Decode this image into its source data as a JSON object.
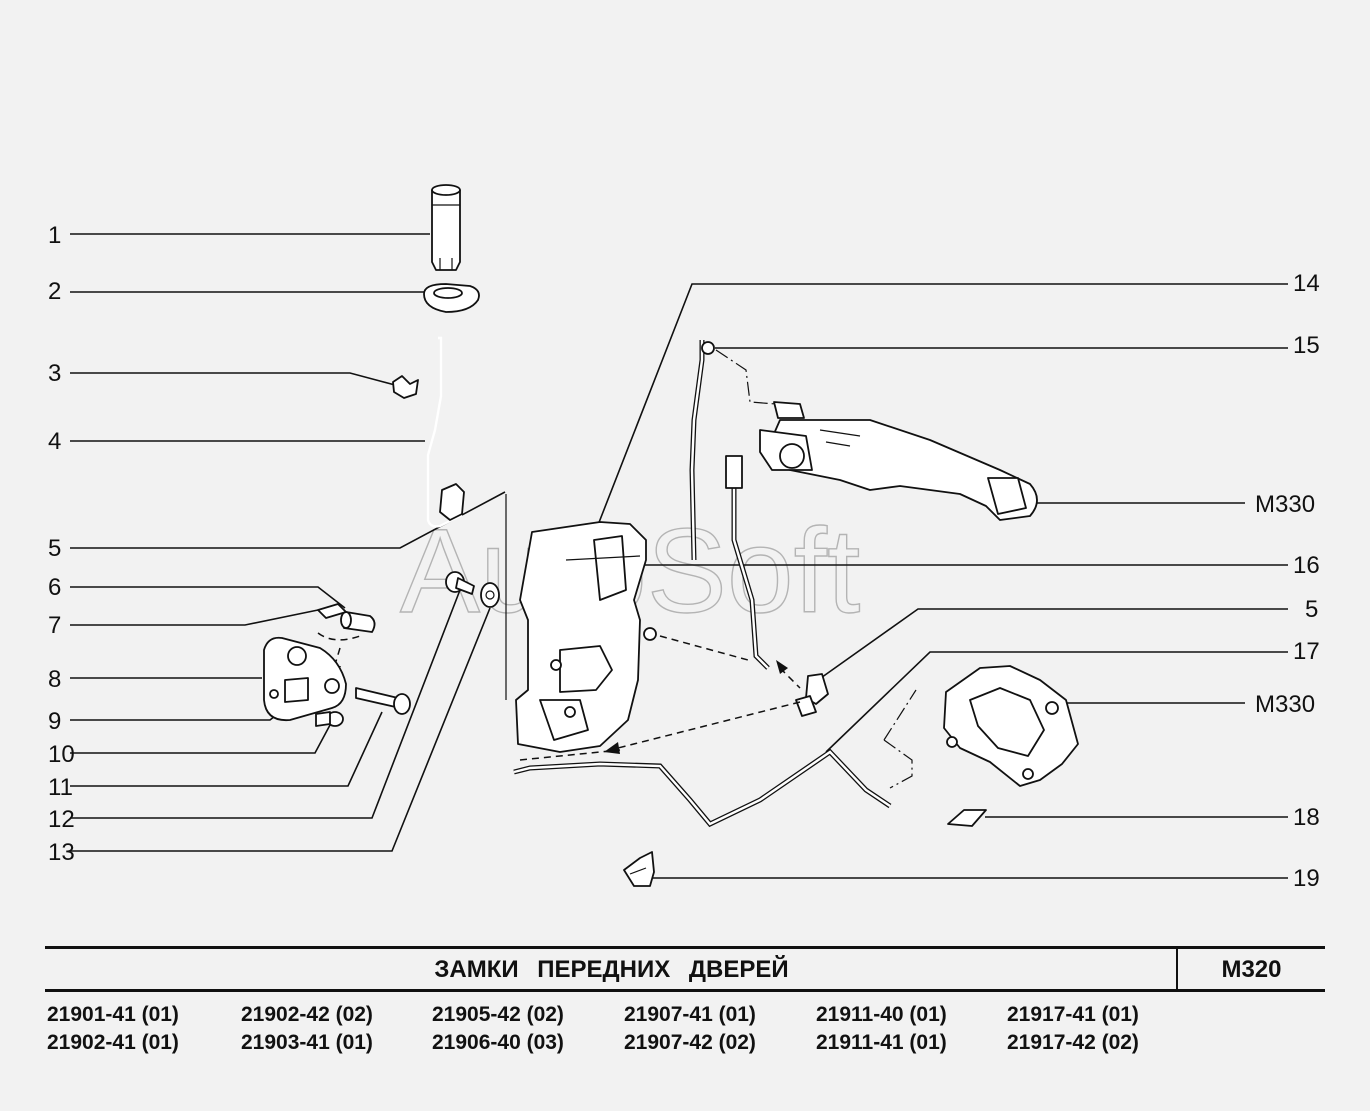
{
  "watermark": "AutoSoft",
  "callouts": {
    "c1": "1",
    "c2": "2",
    "c3": "3",
    "c4": "4",
    "c5a": "5",
    "c6": "6",
    "c7": "7",
    "c8": "8",
    "c9": "9",
    "c10": "10",
    "c11": "11",
    "c12": "12",
    "c13": "13",
    "c14": "14",
    "c15": "15",
    "c16": "16",
    "c5b": "5",
    "c17": "17",
    "c18": "18",
    "c19": "19",
    "ref1": "M330",
    "ref2": "M330"
  },
  "title": {
    "text": "ЗАМКИ ПЕРЕДНИХ ДВЕРЕЙ",
    "code": "M320"
  },
  "models": [
    [
      "21901-41 (01)",
      "21902-41 (01)"
    ],
    [
      "21902-42 (02)",
      "21903-41 (01)"
    ],
    [
      "21905-42 (02)",
      "21906-40 (03)"
    ],
    [
      "21907-41 (01)",
      "21907-42 (02)"
    ],
    [
      "21911-40 (01)",
      "21911-41 (01)"
    ],
    [
      "21917-41 (01)",
      "21917-42 (02)"
    ]
  ]
}
